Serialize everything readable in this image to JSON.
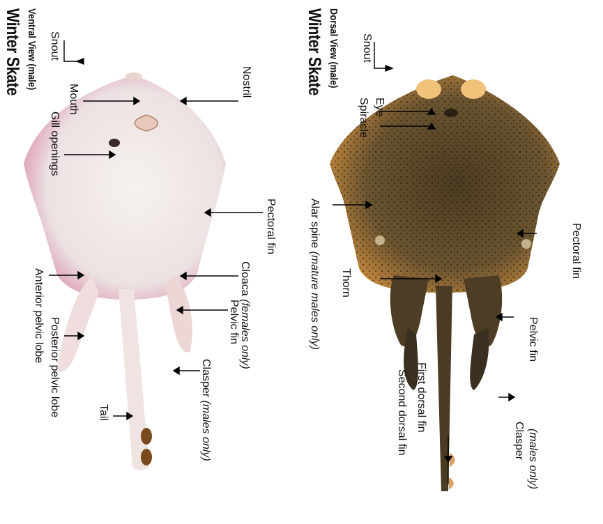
{
  "dorsal": {
    "title": "Winter Skate",
    "subtitle": "Dorsal View (male)",
    "labels": {
      "snout": "Snout",
      "eye": "Eye",
      "spiracle": "Spiracle",
      "alar_spine": "Alar spine",
      "alar_spine_note": "(mature males only)",
      "thorn": "Thorn",
      "first_dorsal_fin": "First dorsal fin",
      "second_dorsal_fin": "Second dorsal fin",
      "pectoral_fin": "Pectoral fin",
      "pelvic_fin": "Pelvic fin",
      "clasper": "Clasper",
      "clasper_note": "(males only)"
    }
  },
  "ventral": {
    "title": "Winter Skate",
    "subtitle": "Ventral View (male)",
    "labels": {
      "snout": "Snout",
      "mouth": "Mouth",
      "gill_openings": "Gill openings",
      "anterior_pelvic_lobe": "Anterior pelvic lobe",
      "posterior_pelvic_lobe": "Posterior pelvic lobe",
      "tail": "Tail",
      "nostril": "Nostril",
      "pectoral_fin": "Pectoral fin",
      "cloaca": "Cloaca",
      "cloaca_note": "(females only)",
      "pelvic_fin": "Pelvic fin",
      "clasper": "Clasper",
      "clasper_note": "(males only)"
    }
  },
  "colors": {
    "dorsal_body": "#5a4a2c",
    "dorsal_edge": "#c98a3e",
    "ventral_body": "#f1ecea",
    "ventral_edge": "#d98aa3"
  }
}
